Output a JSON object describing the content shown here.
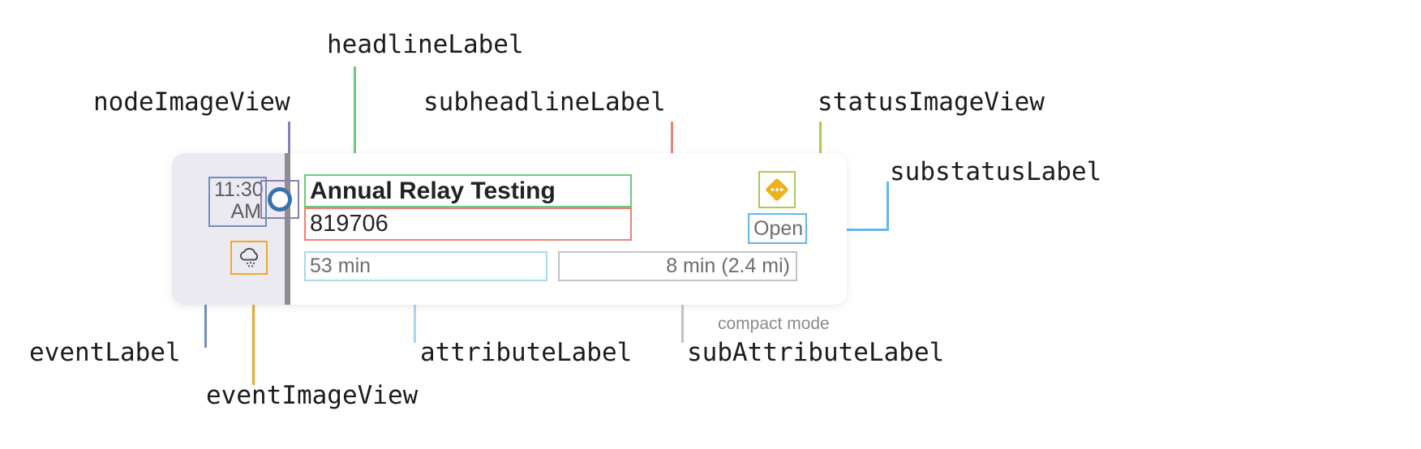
{
  "annotations": [
    {
      "key": "headlineLabel",
      "text": "headlineLabel",
      "color": "#6ec77d"
    },
    {
      "key": "nodeImageView",
      "text": "nodeImageView",
      "color": "#8a7fae"
    },
    {
      "key": "subheadlineLabel",
      "text": "subheadlineLabel",
      "color": "#ec8177"
    },
    {
      "key": "statusImageView",
      "text": "statusImageView",
      "color": "#a8cd52"
    },
    {
      "key": "substatusLabel",
      "text": "substatusLabel",
      "color": "#62b6ef"
    },
    {
      "key": "eventLabel",
      "text": "eventLabel",
      "color": "#6e8fc0"
    },
    {
      "key": "eventImageView",
      "text": "eventImageView",
      "color": "#f0a820"
    },
    {
      "key": "attributeLabel",
      "text": "attributeLabel",
      "color": "#a9d8f0"
    },
    {
      "key": "subAttributeLabel",
      "text": "subAttributeLabel",
      "color": "#c2c2c4"
    }
  ],
  "card": {
    "event_label": "11:30\nAM",
    "event_label_line1": "11:30",
    "event_label_line2": "AM",
    "event_image_icon": "cloud-drizzle-icon",
    "node_image_icon": "circle-ring-icon",
    "headline": "Annual Relay Testing",
    "subheadline": "819706",
    "attribute": "53 min",
    "sub_attribute": "8 min (2.4 mi)",
    "status_image_icon": "diamond-ellipsis-icon",
    "substatus": "Open"
  },
  "caption": {
    "compact_mode": "compact mode"
  },
  "colors": {
    "headline_box": "#6ec77d",
    "subheadline_box": "#ec8177",
    "node_box": "#8a7fae",
    "event_box": "#6e8fc0",
    "event_image_box": "#f0a820",
    "attribute_box": "#a9d8f0",
    "subattribute_box": "#c2c2c4",
    "status_box": "#a8cd52",
    "substatus_box": "#62b6ef",
    "status_diamond": "#edb21f",
    "node_ring": "#3a72ab",
    "rail_bg": "#eceaf1",
    "rail_bar": "#8d8d93",
    "card_bg": "#ffffff",
    "text_primary": "#222226",
    "text_secondary": "#6d6d72",
    "annotation_text": "#1c1c1e",
    "caption_text": "#8a8a8f"
  }
}
